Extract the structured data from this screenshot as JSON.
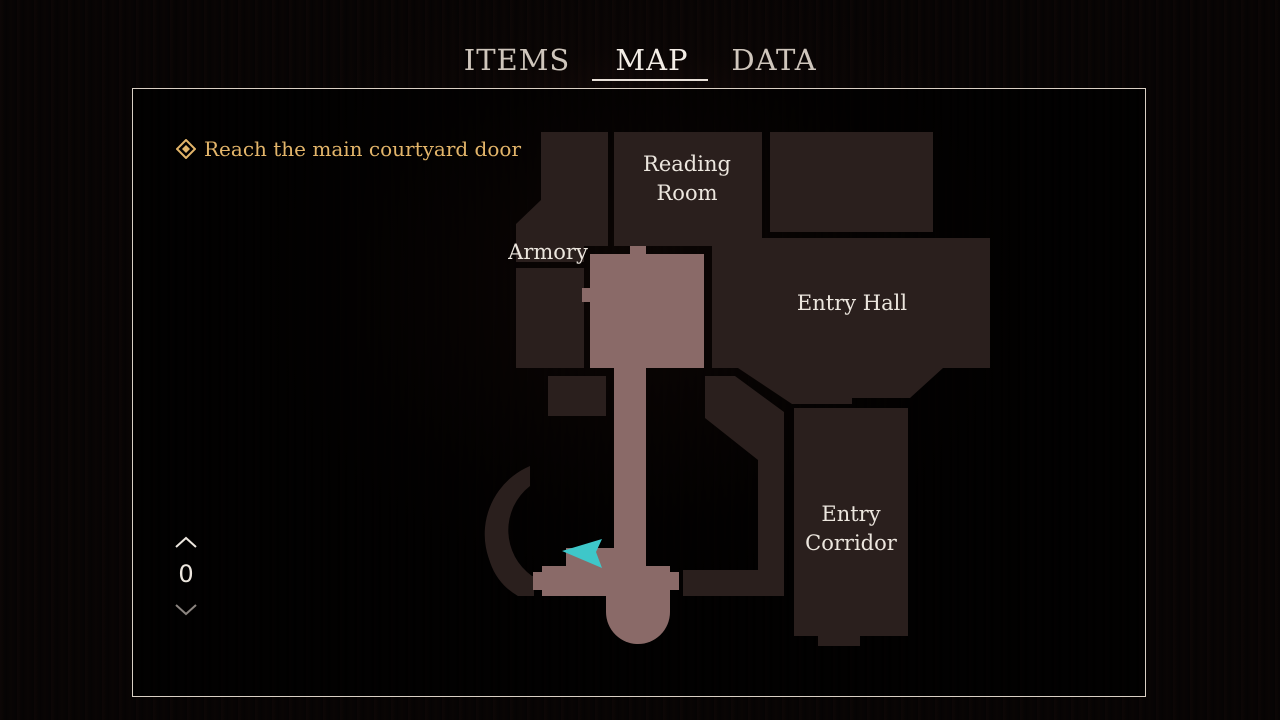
{
  "tabs": [
    {
      "label": "ITEMS",
      "active": false
    },
    {
      "label": "MAP",
      "active": true
    },
    {
      "label": "DATA",
      "active": false
    }
  ],
  "objective": {
    "icon": "objective-diamond-icon",
    "text": "Reach the main courtyard door"
  },
  "rooms": {
    "reading_room": {
      "line1": "Reading",
      "line2": "Room"
    },
    "armory": "Armory",
    "entry_hall": "Entry Hall",
    "entry_corridor": {
      "line1": "Entry",
      "line2": "Corridor"
    }
  },
  "floor": {
    "current": "0",
    "up_icon": "chevron-up-icon",
    "down_icon": "chevron-down-icon"
  },
  "player_marker": {
    "icon": "player-arrow-icon",
    "color": "#3ec7c9"
  },
  "colors": {
    "objective_text": "#e3b56a",
    "explored_room": "#8a6a68",
    "unexplored_room": "#2a1f1d",
    "panel_border": "#d9cfc4"
  }
}
